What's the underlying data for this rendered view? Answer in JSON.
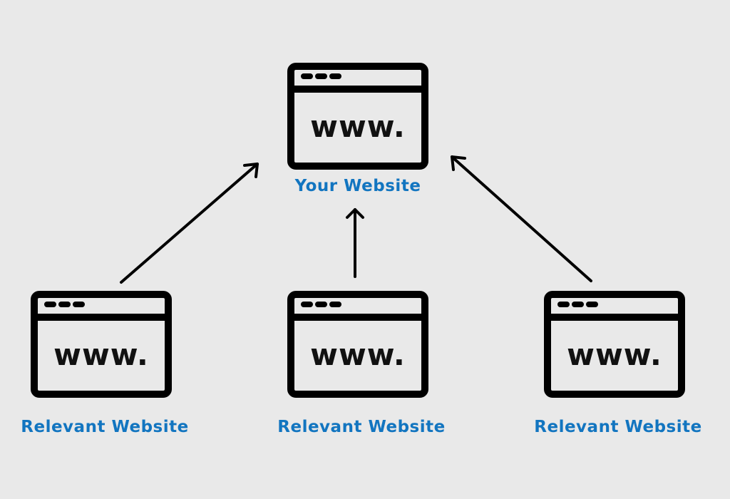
{
  "target": {
    "url_text": "www.",
    "label": "Your Website"
  },
  "sources": [
    {
      "url_text": "www.",
      "label": "Relevant Website"
    },
    {
      "url_text": "www.",
      "label": "Relevant Website"
    },
    {
      "url_text": "www.",
      "label": "Relevant Website"
    }
  ],
  "colors": {
    "background": "#e9e9e9",
    "label": "#1275c0",
    "icon": "#000000"
  },
  "icons": {
    "browser": "browser-window-icon",
    "arrow": "arrow-up-icon"
  }
}
